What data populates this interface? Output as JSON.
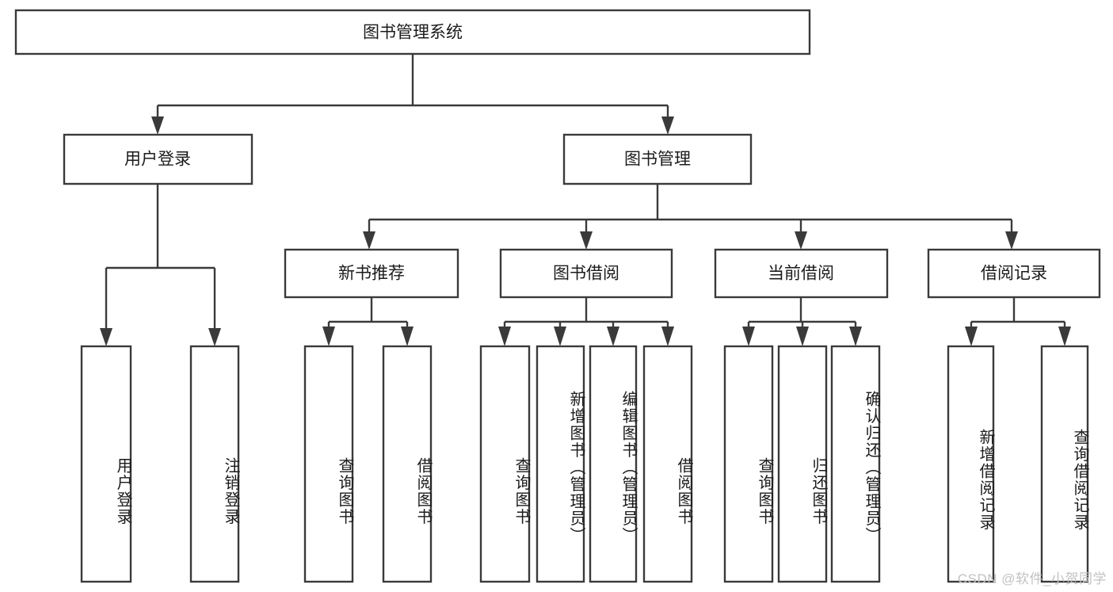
{
  "diagram": {
    "type": "tree-hierarchy",
    "title": "图书管理系统",
    "root": {
      "label": "图书管理系统",
      "orientation": "horizontal"
    },
    "level2": [
      {
        "label": "用户登录",
        "orientation": "horizontal"
      },
      {
        "label": "图书管理",
        "orientation": "horizontal"
      }
    ],
    "level3": [
      {
        "label": "新书推荐",
        "orientation": "horizontal",
        "parent": "图书管理"
      },
      {
        "label": "图书借阅",
        "orientation": "horizontal",
        "parent": "图书管理"
      },
      {
        "label": "当前借阅",
        "orientation": "horizontal",
        "parent": "图书管理"
      },
      {
        "label": "借阅记录",
        "orientation": "horizontal",
        "parent": "图书管理"
      }
    ],
    "leaves": {
      "用户登录": [
        {
          "label": "用户登录",
          "orientation": "vertical"
        },
        {
          "label": "注销登录",
          "orientation": "vertical"
        }
      ],
      "新书推荐": [
        {
          "label": "查询图书",
          "orientation": "vertical"
        },
        {
          "label": "借阅图书",
          "orientation": "vertical"
        }
      ],
      "图书借阅": [
        {
          "label": "查询图书",
          "orientation": "vertical"
        },
        {
          "label": "新增图书（管理员）",
          "orientation": "vertical"
        },
        {
          "label": "编辑图书（管理员）",
          "orientation": "vertical"
        },
        {
          "label": "借阅图书",
          "orientation": "vertical"
        }
      ],
      "当前借阅": [
        {
          "label": "查询图书",
          "orientation": "vertical"
        },
        {
          "label": "归还图书",
          "orientation": "vertical"
        },
        {
          "label": "确认归还（管理员）",
          "orientation": "vertical"
        }
      ],
      "借阅记录": [
        {
          "label": "新增借阅记录",
          "orientation": "vertical"
        },
        {
          "label": "查询借阅记录",
          "orientation": "vertical"
        }
      ]
    },
    "colors": {
      "box_stroke": "#3a3a3a",
      "box_fill": "#ffffff",
      "text": "#1b1b1b",
      "connector": "#3a3a3a",
      "watermark": "#c2c2c2",
      "background": "#ffffff"
    }
  },
  "labels": {
    "root": "图书管理系统",
    "l2_user_login": "用户登录",
    "l2_book_manage": "图书管理",
    "l3_new_book_rec": "新书推荐",
    "l3_book_borrow": "图书借阅",
    "l3_current_borrow": "当前借阅",
    "l3_borrow_record": "借阅记录",
    "leaf_user_login": "用户登录",
    "leaf_logout": "注销登录",
    "leaf_query_book_a": "查询图书",
    "leaf_borrow_book_a": "借阅图书",
    "leaf_query_book_b": "查询图书",
    "leaf_add_book_admin": "新增图书（管理员）",
    "leaf_edit_book_admin": "编辑图书（管理员）",
    "leaf_borrow_book_b": "借阅图书",
    "leaf_query_book_c": "查询图书",
    "leaf_return_book": "归还图书",
    "leaf_confirm_return_admin": "确认归还（管理员）",
    "leaf_add_borrow_record": "新增借阅记录",
    "leaf_query_borrow_record": "查询借阅记录"
  },
  "watermark": {
    "text": "CSDN @软件_小贺同学"
  }
}
